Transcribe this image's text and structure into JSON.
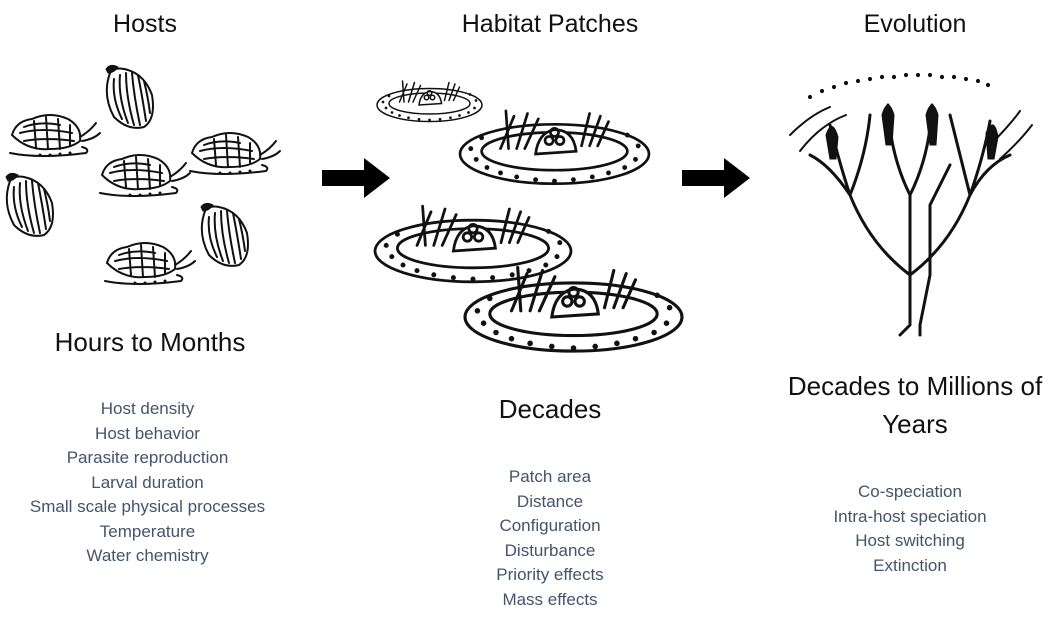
{
  "columns": [
    {
      "title": "Hosts",
      "scale": "Hours to Months",
      "factors": [
        "Host density",
        "Host behavior",
        "Parasite reproduction",
        "Larval duration",
        "Small scale physical processes",
        "Temperature",
        "Water chemistry"
      ]
    },
    {
      "title": "Habitat Patches",
      "scale": "Decades",
      "factors": [
        "Patch area",
        "Distance",
        "Configuration",
        "Disturbance",
        "Priority effects",
        "Mass effects"
      ]
    },
    {
      "title": "Evolution",
      "scale": "Decades to Millions of Years",
      "factors": [
        "Co-speciation",
        "Intra-host speciation",
        "Host switching",
        "Extinction"
      ]
    }
  ],
  "colors": {
    "factor_text": "#44546a",
    "title_text": "#111111",
    "arrow": "#000000"
  }
}
